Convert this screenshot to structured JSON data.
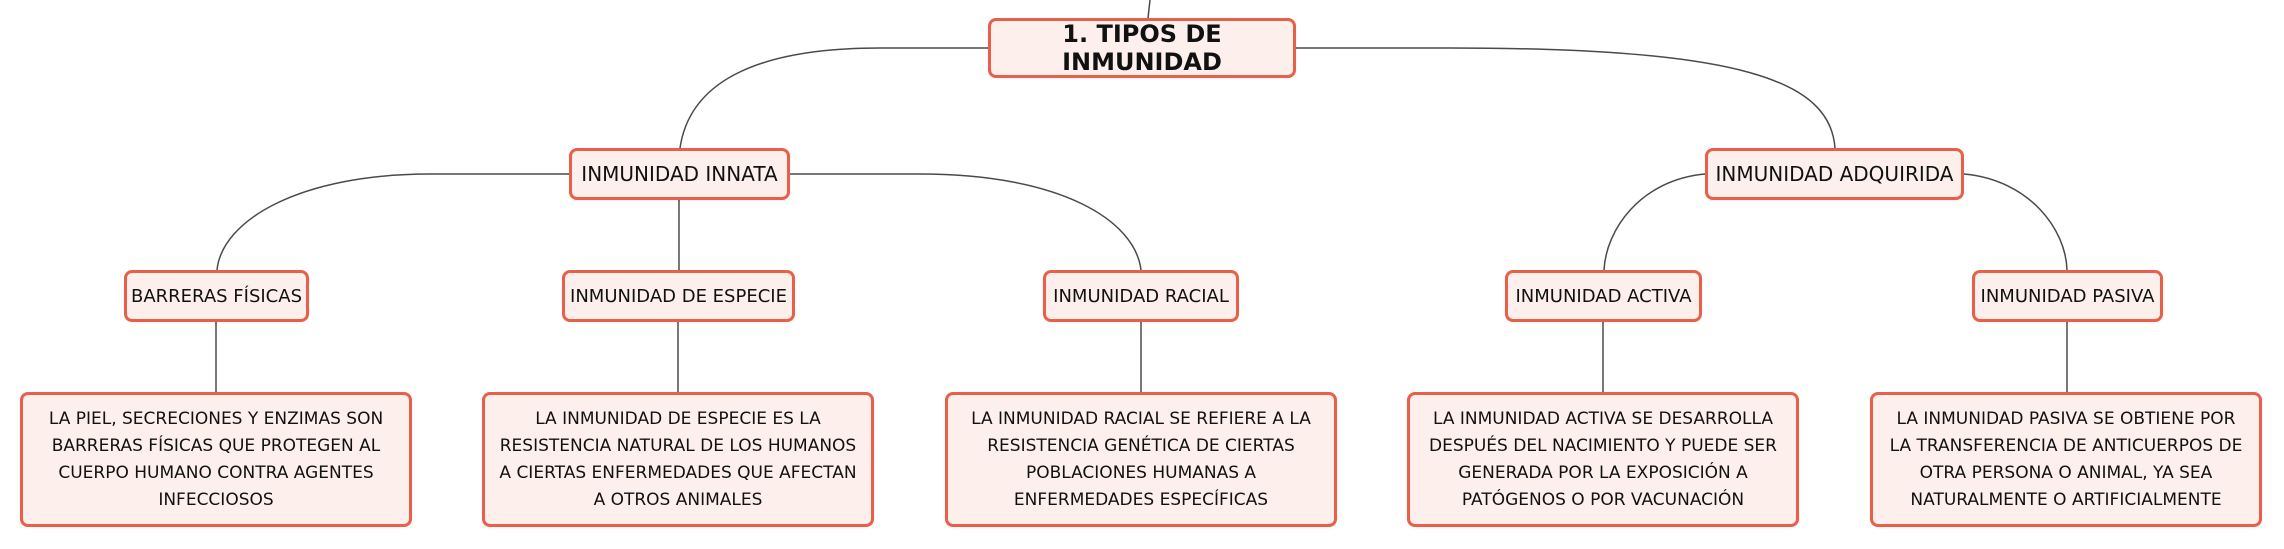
{
  "colors": {
    "node_border": "#e8604a",
    "node_fill": "#fdf0ec",
    "connector": "#4a4a4a",
    "text": "#111111"
  },
  "root": {
    "label": "1. TIPOS DE INMUNIDAD"
  },
  "branches": {
    "innata": {
      "label": "INMUNIDAD INNATA",
      "children": [
        {
          "label": "BARRERAS FÍSICAS",
          "description": "LA PIEL, SECRECIONES Y ENZIMAS SON BARRERAS FÍSICAS QUE PROTEGEN AL CUERPO HUMANO CONTRA AGENTES INFECCIOSOS"
        },
        {
          "label": "INMUNIDAD DE ESPECIE",
          "description": "LA INMUNIDAD DE ESPECIE ES LA RESISTENCIA NATURAL DE LOS HUMANOS A CIERTAS ENFERMEDADES QUE AFECTAN A OTROS ANIMALES"
        },
        {
          "label": "INMUNIDAD RACIAL",
          "description": "LA INMUNIDAD RACIAL SE REFIERE A LA RESISTENCIA GENÉTICA DE CIERTAS POBLACIONES HUMANAS A ENFERMEDADES ESPECÍFICAS"
        }
      ]
    },
    "adquirida": {
      "label": "INMUNIDAD ADQUIRIDA",
      "children": [
        {
          "label": "INMUNIDAD ACTIVA",
          "description": "LA INMUNIDAD ACTIVA SE DESARROLLA DESPUÉS DEL NACIMIENTO Y PUEDE SER GENERADA POR LA EXPOSICIÓN A PATÓGENOS O POR VACUNACIÓN"
        },
        {
          "label": "INMUNIDAD PASIVA",
          "description": "LA INMUNIDAD PASIVA SE OBTIENE POR LA TRANSFERENCIA DE ANTICUERPOS DE OTRA PERSONA O ANIMAL, YA SEA NATURALMENTE O ARTIFICIALMENTE"
        }
      ]
    }
  }
}
